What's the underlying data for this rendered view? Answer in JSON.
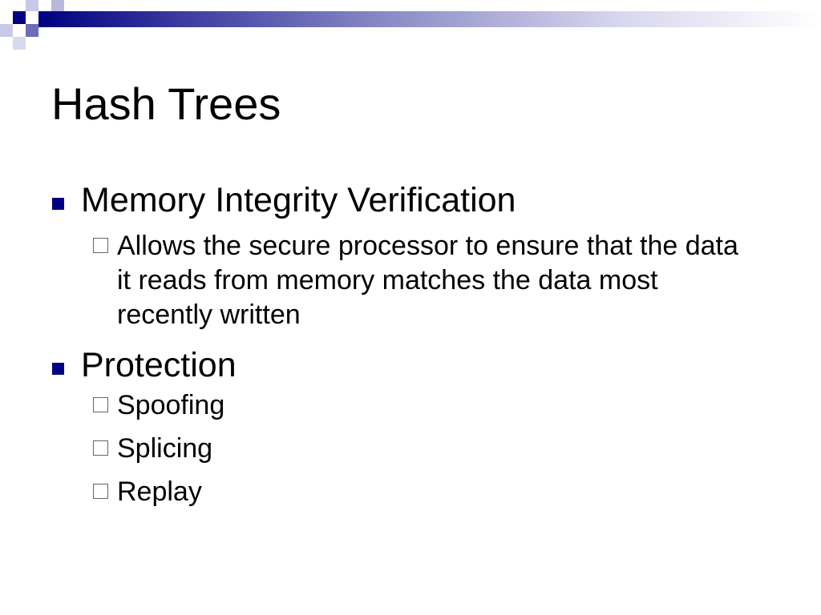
{
  "colors": {
    "accent_dark": "#000080",
    "accent_mid": "#3333aa",
    "accent_light": "#9999cc",
    "subbullet_border": "#666666",
    "text": "#000000",
    "background": "#ffffff"
  },
  "slide": {
    "title": "Hash Trees",
    "bullets": [
      {
        "text": "Memory Integrity Verification",
        "icon": "square-bullet-icon",
        "subitems": [
          {
            "text": "Allows the secure processor to ensure that the data it reads from memory matches the data most recently written",
            "icon": "hollow-square-bullet-icon"
          }
        ]
      },
      {
        "text": "Protection",
        "icon": "square-bullet-icon",
        "subitems": [
          {
            "text": "Spoofing",
            "icon": "hollow-square-bullet-icon"
          },
          {
            "text": "Splicing",
            "icon": "hollow-square-bullet-icon"
          },
          {
            "text": "Replay",
            "icon": "hollow-square-bullet-icon"
          }
        ]
      }
    ]
  }
}
